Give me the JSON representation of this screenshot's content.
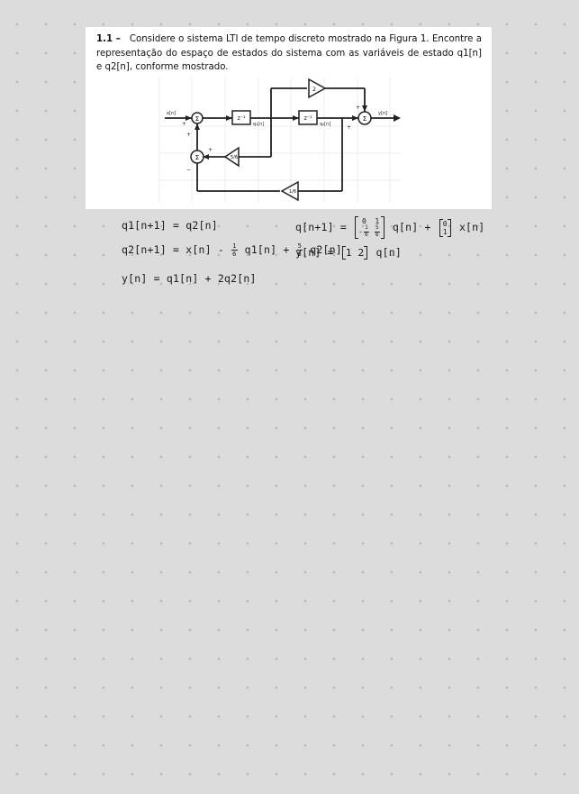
{
  "problem": {
    "number": "1.1 –",
    "text": "Considere o sistema LTI de tempo discreto mostrado na Figura 1. Encontre a representação do espaço de estados do sistema com as variáveis de estado q1[n] e q2[n], conforme mostrado."
  },
  "figure": {
    "input_label": "x[n]",
    "output_label": "y[n]",
    "delay_label": "z⁻¹",
    "state1_label": "q₁[n]",
    "state2_label": "q₂[n]",
    "sum_symbol": "Σ",
    "gain_bottom": "1/6",
    "gain_middle": "5/6",
    "gain_top": "2"
  },
  "handwritten": {
    "eq1": "q1[n+1] = q2[n]",
    "eq2_prefix": "q2[n+1] = x[n] -",
    "eq2_frac1_num": "1",
    "eq2_frac1_den": "6",
    "eq2_mid": "q1[n] +",
    "eq2_frac2_num": "5",
    "eq2_frac2_den": "6",
    "eq2_suffix": "q2[n]",
    "eq3": "y[n] = q1[n] + 2q2[n]",
    "state_lhs": "q[n+1] =",
    "A_col1_top": "0",
    "A_col1_bot_num": "1",
    "A_col1_bot_den": "6",
    "A_col1_bot_sign": "-",
    "A_col2_top": "1",
    "A_col2_bot_num": "5",
    "A_col2_bot_den": "6",
    "state_mid": "q[n] +",
    "B_top": "0",
    "B_bot": "1",
    "state_suffix": "x[n]",
    "out_lhs": "y[n] =",
    "C_values": "1 2",
    "out_suffix": "q[n]"
  }
}
